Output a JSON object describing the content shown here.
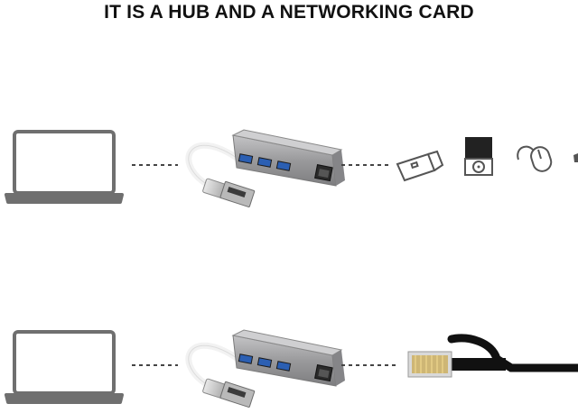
{
  "title": "IT IS A HUB AND A NETWORKING CARD",
  "rows": [
    {
      "usage": "hub",
      "peripherals": [
        "usb-flash-drive-icon",
        "cd-drive-icon",
        "mouse-icon"
      ]
    },
    {
      "usage": "network-card",
      "peripherals": [
        "ethernet-cable-icon"
      ]
    }
  ],
  "colors": {
    "outline": "#6f6f6f",
    "hub_body": "#9a9a9c",
    "cable": "#111111",
    "plug": "#c9a74a"
  }
}
